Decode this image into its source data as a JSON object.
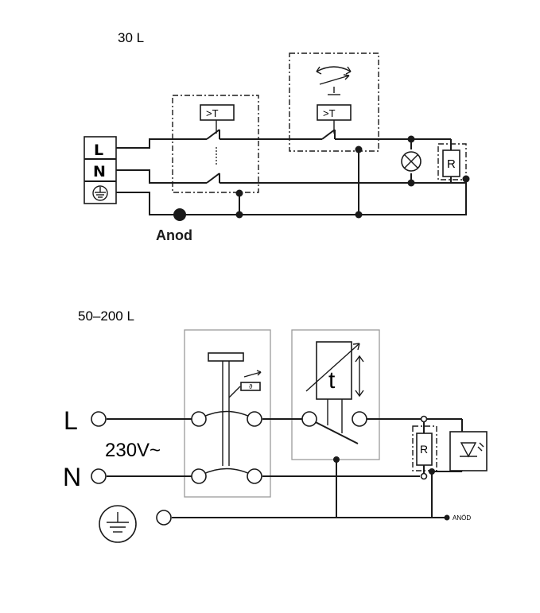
{
  "diagram_top": {
    "title": "30 L",
    "terminals": {
      "line": "L",
      "neutral": "N"
    },
    "thermostat_label": ">T",
    "limiter_label": ">T",
    "resistor_label": "R",
    "anode_label": "Anod"
  },
  "diagram_bottom": {
    "title": "50–200 L",
    "line_label": "L",
    "neutral_label": "N",
    "voltage_label": "230V~",
    "thermostat_label": "t",
    "resistor_label": "R",
    "anode_label": "ANÓD"
  }
}
